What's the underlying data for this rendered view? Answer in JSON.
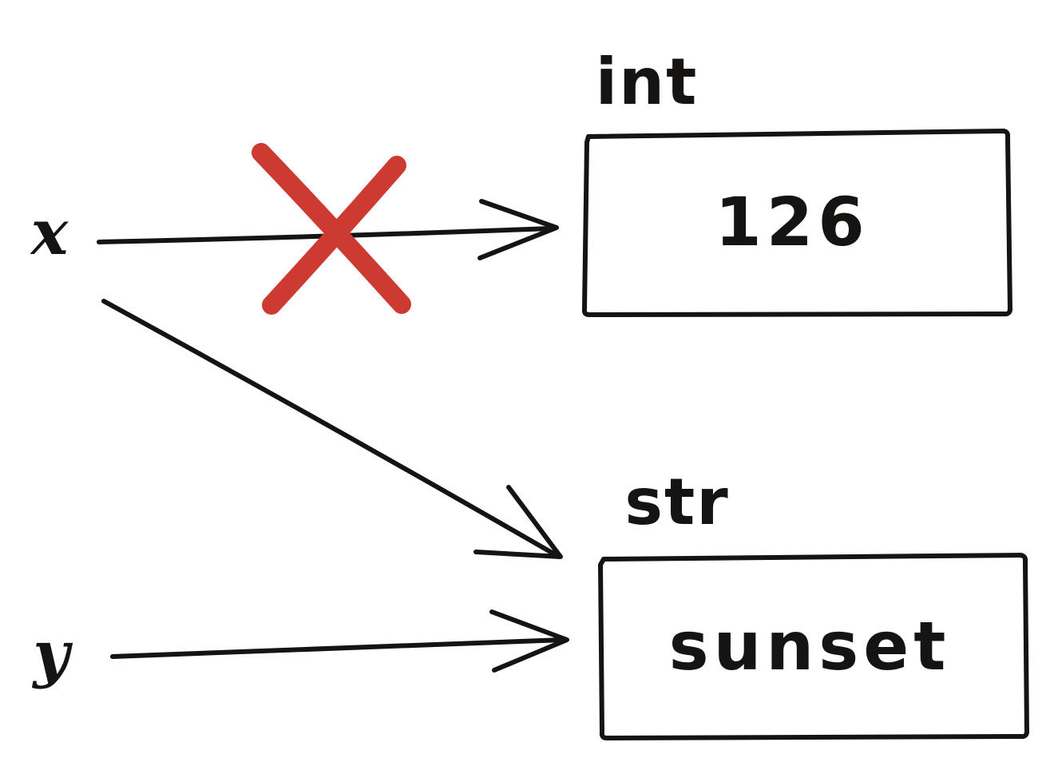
{
  "diagram": {
    "description": "hand-drawn variable reference diagram",
    "variables": [
      {
        "name": "x"
      },
      {
        "name": "y"
      }
    ],
    "objects": [
      {
        "type": "int",
        "value": "126"
      },
      {
        "type": "str",
        "value": "sunset"
      }
    ],
    "relations": [
      {
        "from": "x",
        "to": "int 126",
        "state": "crossed-out"
      },
      {
        "from": "x",
        "to": "str sunset",
        "state": "active"
      },
      {
        "from": "y",
        "to": "str sunset",
        "state": "active"
      }
    ],
    "colors": {
      "ink": "#161412",
      "cross": "#cd3a31",
      "background": "#ffffff"
    }
  }
}
